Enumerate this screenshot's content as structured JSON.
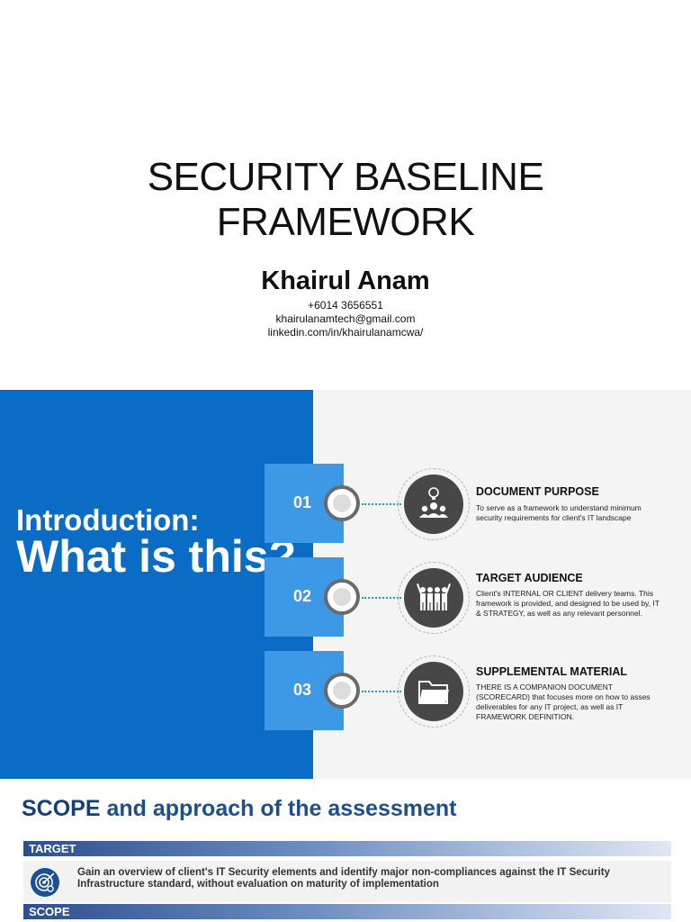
{
  "title_slide": {
    "title_line1": "SECURITY BASELINE",
    "title_line2": "FRAMEWORK",
    "author": "Khairul Anam",
    "phone": "+6014 3656551",
    "email": "khairulanamtech@gmail.com",
    "linkedin": "linkedin.com/in/khairulanamcwa/"
  },
  "intro_slide": {
    "heading_line1": "Introduction:",
    "heading_line2": "What is this?",
    "items": [
      {
        "number": "01",
        "title": "DOCUMENT PURPOSE",
        "description": "To serve as a framework to understand minimum security requirements for client's IT landscape",
        "icon": "team-lightbulb-icon"
      },
      {
        "number": "02",
        "title": "TARGET AUDIENCE",
        "description": "Client's INTERNAL OR CLIENT delivery teams. This framework is provided, and designed to be used by, IT & STRATEGY, as well as any relevant personnel.",
        "icon": "group-people-icon"
      },
      {
        "number": "03",
        "title": "SUPPLEMENTAL MATERIAL",
        "description": "THERE IS A COMPANION DOCUMENT (SCORECARD) that focuses more on how to asses deliverables for any IT project, as well as IT FRAMEWORK DEFINITION.",
        "icon": "folder-icon"
      }
    ],
    "colors": {
      "panel_blue": "#0a6cc4",
      "number_box": "#3d98e6",
      "icon_circle": "#474747"
    }
  },
  "scope_slide": {
    "title_strong": "SCOPE",
    "title_rest": " and approach of the assessment",
    "target_label": "TARGET",
    "target_text": "Gain an overview of client's IT Security elements and identify major non-compliances against the IT Security Infrastructure standard, without evaluation on maturity of implementation",
    "scope_label": "SCOPE"
  }
}
